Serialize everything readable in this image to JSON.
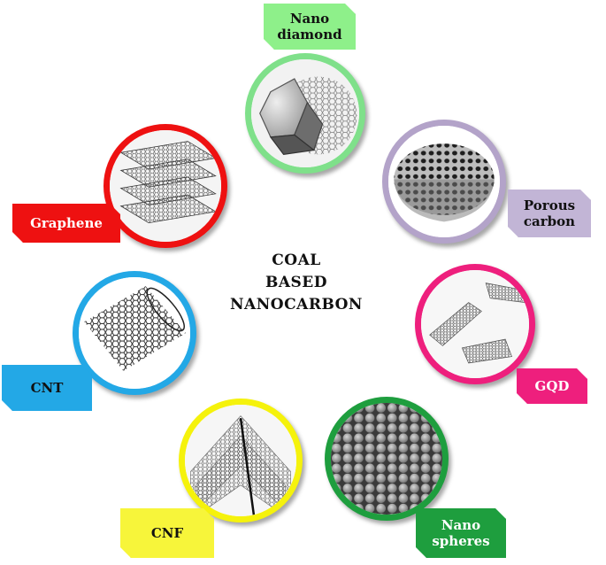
{
  "center": {
    "lines": [
      "COAL",
      "BASED",
      "NANOCARBON"
    ]
  },
  "nodes": [
    {
      "id": "nano-diamond",
      "label": "Nano\ndiamond",
      "ring_color": "#7fe08a",
      "label_color": "#8ef08a",
      "text_color": "#111111"
    },
    {
      "id": "porous-carbon",
      "label": "Porous\ncarbon",
      "ring_color": "#b3a3c9",
      "label_color": "#c2b5d6",
      "text_color": "#111111"
    },
    {
      "id": "gqd",
      "label": "GQD",
      "ring_color": "#ee1f7d",
      "label_color": "#ee1f7d",
      "text_color": "#ffffff"
    },
    {
      "id": "nano-spheres",
      "label": "Nano\nspheres",
      "ring_color": "#1e9e3e",
      "label_color": "#1e9e3e",
      "text_color": "#ffffff"
    },
    {
      "id": "cnf",
      "label": "CNF",
      "ring_color": "#f5f20c",
      "label_color": "#f7f53a",
      "text_color": "#111111"
    },
    {
      "id": "cnt",
      "label": "CNT",
      "ring_color": "#23a8e6",
      "label_color": "#23a8e6",
      "text_color": "#111111"
    },
    {
      "id": "graphene",
      "label": "Graphene",
      "ring_color": "#ee1111",
      "label_color": "#ee1111",
      "text_color": "#ffffff"
    }
  ]
}
